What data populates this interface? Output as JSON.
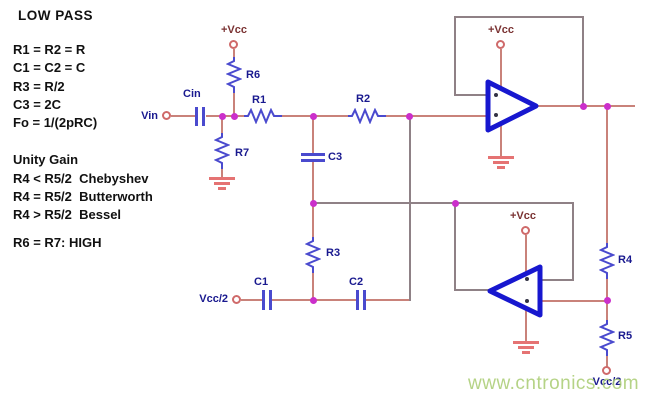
{
  "notes": {
    "title": "LOW PASS",
    "equations": [
      "R1 = R2 = R",
      "C1 = C2 = C",
      "R3 = R/2",
      "C3 = 2C",
      "Fo = 1/(2pRC)"
    ],
    "gain_heading": "Unity Gain",
    "gain_lines": [
      "R4 < R5/2  Chebyshev",
      "R4 = R5/2  Butterworth",
      "R4 > R5/2  Bessel"
    ],
    "bias_note": "R6 = R7: HIGH"
  },
  "components": {
    "cin": "Cin",
    "r1": "R1",
    "r2": "R2",
    "r3": "R3",
    "r4": "R4",
    "r5": "R5",
    "r6": "R6",
    "r7": "R7",
    "c1": "C1",
    "c2": "C2",
    "c3": "C3"
  },
  "terminals": {
    "vin": "Vin",
    "vcc": "+Vcc",
    "vcc_half": "Vcc/2",
    "vcc_half_bottom": "Vcc/2"
  },
  "watermark": {
    "text": "www.cntronics.com"
  },
  "colors": {
    "wire": "#c9827a",
    "wire_feedback": "#8f8186",
    "symbol_blue": "#4a4ace",
    "opamp_blue": "#1717cf",
    "junction": "#cb2fcb",
    "ground": "#e57373",
    "component_label": "#19198f",
    "vcc_label": "#7a3232",
    "watermark_green": "#a9cc72"
  }
}
